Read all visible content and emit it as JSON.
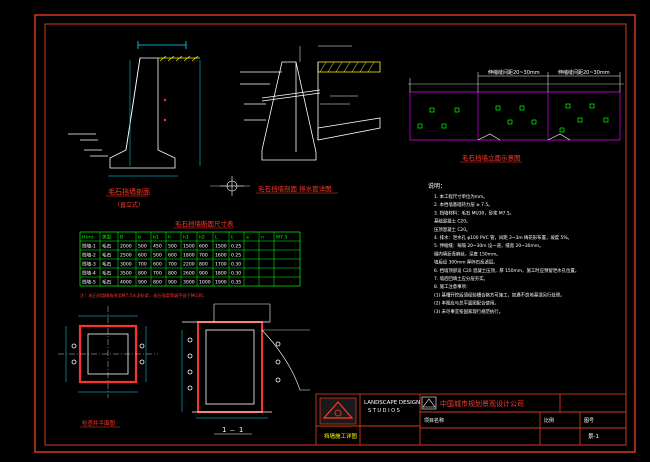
{
  "colors": {
    "background": "#000000",
    "sheet_border": "#d2371e",
    "structure": "#ffffff",
    "hatch": "#ffff00",
    "dimension": "#00e5ff",
    "rebar": "#ff3030",
    "section": "#b000c0",
    "annotation": "#00ff00",
    "title_red": "#ff3a2a"
  },
  "views": {
    "wall_section_a": {
      "title": "毛石挡墙剖面",
      "subtitle": "（直立式）"
    },
    "wall_section_b": {
      "title": "毛石挡墙剖面 排水管详图"
    },
    "wall_elevation": {
      "title": "毛石挡墙立面示意图",
      "dim_left": "伸缩缝间距20~30mm",
      "dim_right": "伸缩缝间距20~30mm"
    },
    "size_table": {
      "title": "毛石挡墙断面尺寸表"
    },
    "plan_detail": {
      "title": "检查井平面图"
    },
    "section_1_1": {
      "title": "1 — 1"
    }
  },
  "size_table": {
    "rows": [
      [
        "H(m)",
        "类型",
        "B",
        "b",
        "b1",
        "h",
        "h1",
        "h2",
        "L",
        "t",
        "a",
        "n",
        "M7.5"
      ],
      [
        "挡墙-1",
        "毛石",
        "2000",
        "500",
        "450",
        "500",
        "1500",
        "600",
        "1500",
        "0.25",
        "",
        "",
        ""
      ],
      [
        "挡墙-2",
        "毛石",
        "2500",
        "600",
        "500",
        "600",
        "1800",
        "700",
        "1600",
        "0.25",
        "",
        "",
        ""
      ],
      [
        "挡墙-3",
        "毛石",
        "3000",
        "700",
        "600",
        "700",
        "2200",
        "800",
        "1700",
        "0.30",
        "",
        "",
        ""
      ],
      [
        "挡墙-4",
        "毛石",
        "3500",
        "800",
        "700",
        "800",
        "2600",
        "900",
        "1800",
        "0.30",
        "",
        "",
        ""
      ],
      [
        "挡墙-5",
        "毛石",
        "4000",
        "900",
        "800",
        "900",
        "3000",
        "1000",
        "1900",
        "0.35",
        "",
        "",
        ""
      ]
    ],
    "footnote": "注：毛石挡墙砌筑采用M7.5水泥砂浆，毛石强度等级不低于MU30。"
  },
  "notes": {
    "heading": "说明：",
    "items": [
      "1. 本工程尺寸单位为mm。",
      "2. 本挡墙基础持力层 ≥ 7.5。",
      "3. 挡墙材料：毛石 MU30，砂浆 M7.5。",
      "   基础混凝土 C20。",
      "   压顶混凝土 C20。",
      "4. 排水：泄水孔 φ100 PVC 管，间距 2~3m 梅花形布置，坡度 5%。",
      "5. 伸缩缝：每隔 20~30m 设一道，缝宽 20~30mm。",
      "   缝内填沥青麻丝，深度 150mm。",
      "   墙后设 300mm 厚碎石反滤层。",
      "6. 挡墙顶部设 C20 混凝土压顶，厚 150mm，施工时应预留泄水孔位置。",
      "7. 墙后回填土应分层夯实。",
      "8. 施工注意事项：",
      "   (1) 基槽开挖后须经验槽合格方可施工，如遇不良地基须另行处理。",
      "   (2) 本图应与总平面图配合使用。",
      "   (3) 未尽事宜按国家现行规范执行。"
    ]
  },
  "title_block": {
    "logo_text_line1": "LANDSCAPE DESIGN",
    "logo_text_line2": "S T U D I O S",
    "company": "中国城市规划景观设计公司",
    "drawing_name": "挡墙施工详图",
    "project_label": "项目名称",
    "scale_label": "比例",
    "sheet_label": "图号",
    "sheet_no": "景-1"
  }
}
